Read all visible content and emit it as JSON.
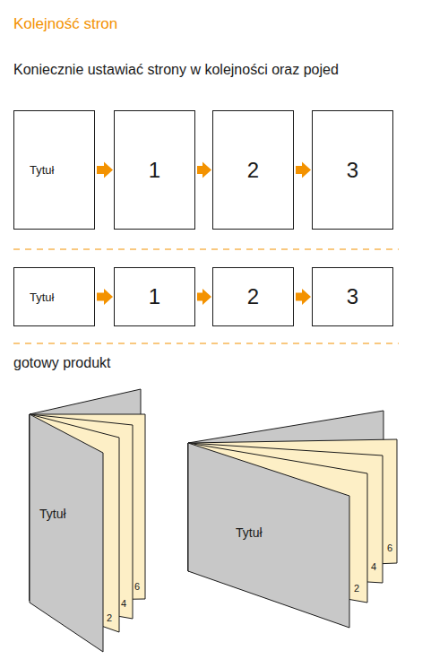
{
  "diagram": {
    "title": "Kolejność stron",
    "nodes": [
      {
        "text": [
          "Tytuł"
        ]
      },
      {
        "text": [
          "1"
        ]
      },
      {
        "text": [
          "2"
        ]
      },
      {
        "text": [
          "3"
        ]
      },
      {
        "text": [
          "Tytuł"
        ]
      },
      {
        "text": [
          "1"
        ]
      },
      {
        "text": [
          "2"
        ]
      },
      {
        "text": [
          "3"
        ]
      }
    ],
    "edges": [
      {
        "from": 0,
        "to": 1,
        "arrow": "to"
      },
      {
        "from": 1,
        "to": 2,
        "arrow": "to"
      },
      {
        "from": 2,
        "to": 3,
        "arrow": "to"
      },
      {
        "from": 4,
        "to": 5,
        "arrow": "to"
      },
      {
        "from": 5,
        "to": 6,
        "arrow": "to"
      },
      {
        "from": 6,
        "to": 7,
        "arrow": "to"
      }
    ],
    "labels": [
      "Koniecznie ustawiać strony w kolejności oraz pojed",
      "gotowy produkt",
      "Tytuł",
      "2",
      "4",
      "6",
      "Tytuł",
      "2",
      "4",
      "6"
    ]
  }
}
